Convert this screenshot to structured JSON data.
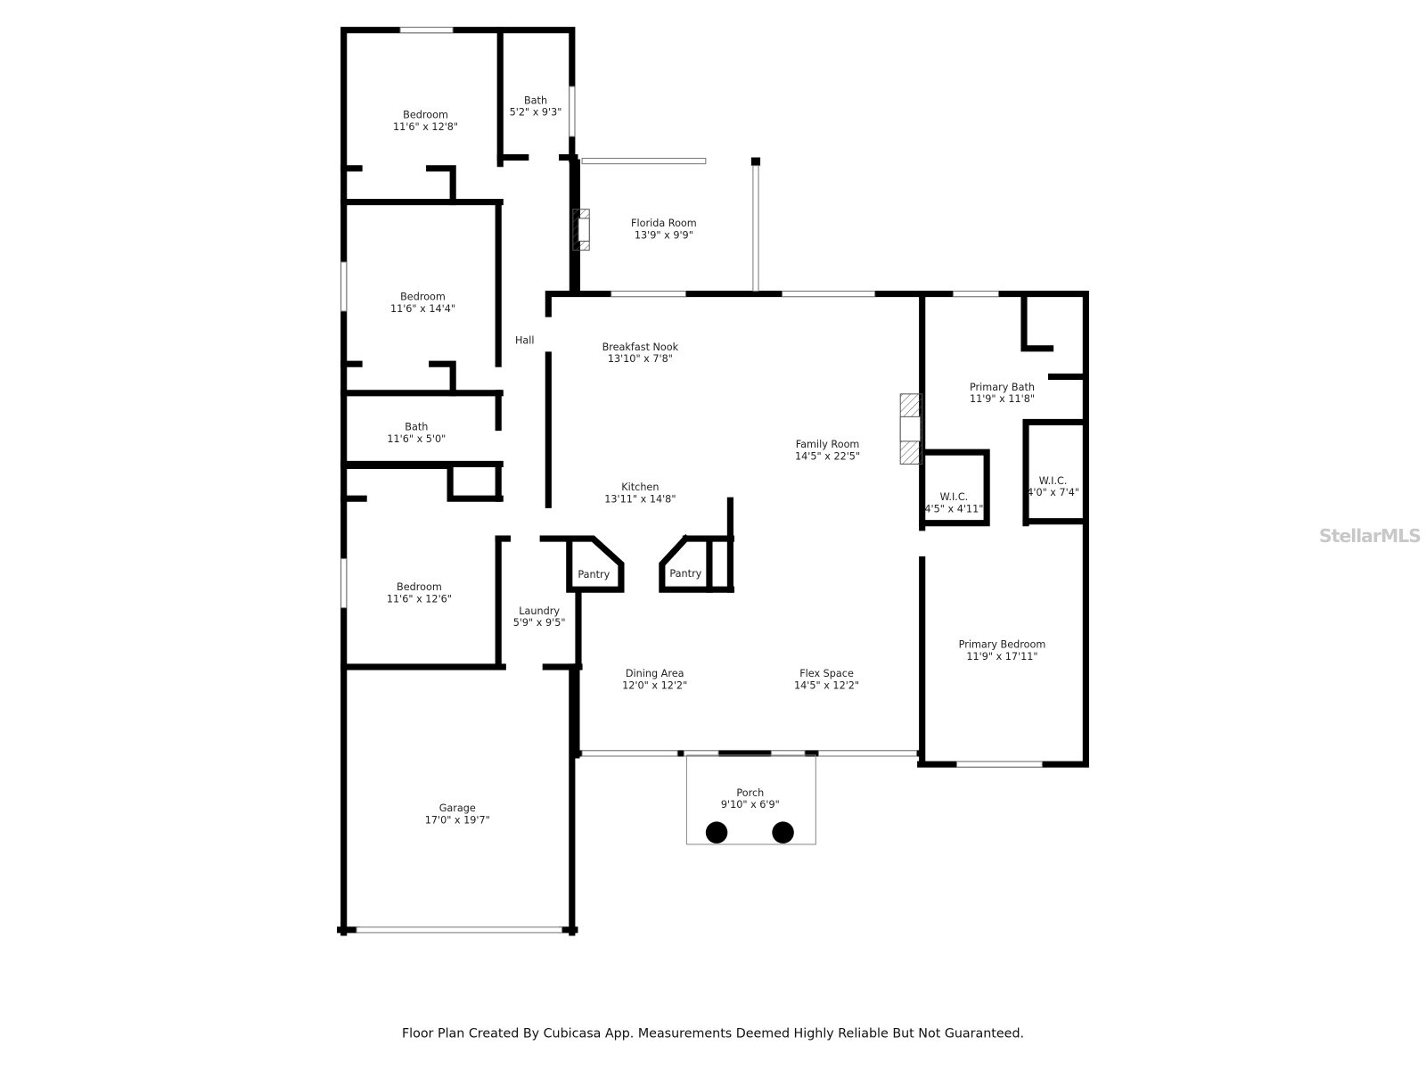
{
  "rooms": {
    "bedroom1": {
      "name": "Bedroom",
      "dims": "11'6\" x 12'8\""
    },
    "bath1": {
      "name": "Bath",
      "dims": "5'2\" x 9'3\""
    },
    "florida": {
      "name": "Florida Room",
      "dims": "13'9\" x 9'9\""
    },
    "bedroom2": {
      "name": "Bedroom",
      "dims": "11'6\" x 14'4\""
    },
    "hall": {
      "name": "Hall"
    },
    "nook": {
      "name": "Breakfast Nook",
      "dims": "13'10\" x 7'8\""
    },
    "bath2": {
      "name": "Bath",
      "dims": "11'6\" x 5'0\""
    },
    "family": {
      "name": "Family Room",
      "dims": "14'5\" x 22'5\""
    },
    "primary_bath": {
      "name": "Primary Bath",
      "dims": "11'9\" x 11'8\""
    },
    "kitchen": {
      "name": "Kitchen",
      "dims": "13'11\" x 14'8\""
    },
    "wic1": {
      "name": "W.I.C.",
      "dims": "4'5\" x 4'11\""
    },
    "wic2": {
      "name": "W.I.C.",
      "dims": "4'0\" x 7'4\""
    },
    "pantry1": {
      "name": "Pantry"
    },
    "pantry2": {
      "name": "Pantry"
    },
    "bedroom3": {
      "name": "Bedroom",
      "dims": "11'6\" x 12'6\""
    },
    "laundry": {
      "name": "Laundry",
      "dims": "5'9\" x 9'5\""
    },
    "primary_bedroom": {
      "name": "Primary Bedroom",
      "dims": "11'9\" x 17'11\""
    },
    "dining": {
      "name": "Dining Area",
      "dims": "12'0\" x 12'2\""
    },
    "flex": {
      "name": "Flex Space",
      "dims": "14'5\" x 12'2\""
    },
    "porch": {
      "name": "Porch",
      "dims": "9'10\" x 6'9\""
    },
    "garage": {
      "name": "Garage",
      "dims": "17'0\" x 19'7\""
    }
  },
  "footer": "Floor Plan Created By Cubicasa App. Measurements Deemed Highly Reliable But Not Guaranteed.",
  "watermark": "StellarMLS"
}
